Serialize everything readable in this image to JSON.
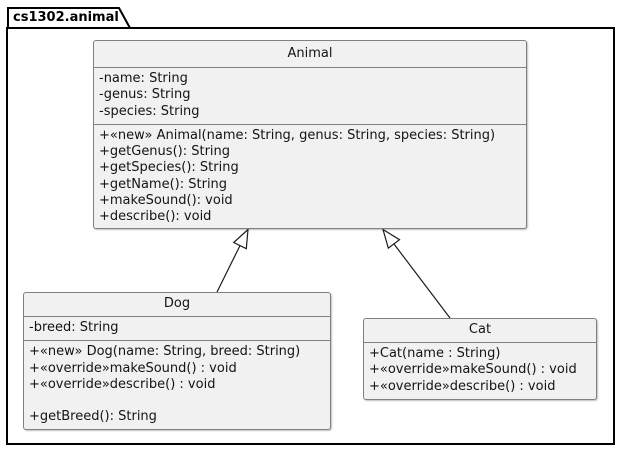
{
  "package": {
    "name": "cs1302.animal"
  },
  "classes": {
    "animal": {
      "title": "Animal",
      "fields": [
        "-name: String",
        "-genus: String",
        "-species: String"
      ],
      "methods": [
        "+«new» Animal(name: String, genus: String, species: String)",
        "+getGenus(): String",
        "+getSpecies(): String",
        "+getName(): String",
        "+makeSound(): void",
        "+describe(): void"
      ]
    },
    "dog": {
      "title": "Dog",
      "fields": [
        "-breed: String"
      ],
      "methods": [
        "+«new» Dog(name: String, breed: String)",
        "+«override»makeSound() : void",
        "+«override»describe() : void",
        " ",
        "+getBreed(): String"
      ]
    },
    "cat": {
      "title": "Cat",
      "methods": [
        "+Cat(name : String)",
        "+«override»makeSound() : void",
        "+«override»describe() : void"
      ]
    }
  },
  "relations": [
    {
      "type": "inheritance",
      "from": "Dog",
      "to": "Animal"
    },
    {
      "type": "inheritance",
      "from": "Cat",
      "to": "Animal"
    }
  ],
  "colors": {
    "class_fill": "#f1f1f1",
    "class_border": "#808080",
    "package_border": "#000000",
    "text": "#141414",
    "background": "#ffffff"
  }
}
